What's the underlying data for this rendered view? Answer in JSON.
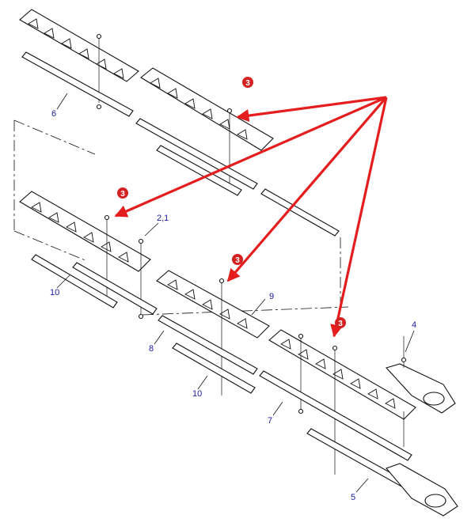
{
  "diagram": {
    "colors": {
      "label": "#1a1aa6",
      "callout_fill": "#d42222",
      "arrow": "#e41e1e",
      "line": "#111111",
      "background": "#ffffff"
    },
    "callout": {
      "text": "3"
    },
    "labels": {
      "l6": "6",
      "l21": "2,1",
      "l10a": "10",
      "l9": "9",
      "l8": "8",
      "l10b": "10",
      "l7": "7",
      "l4": "4",
      "l5": "5"
    }
  }
}
